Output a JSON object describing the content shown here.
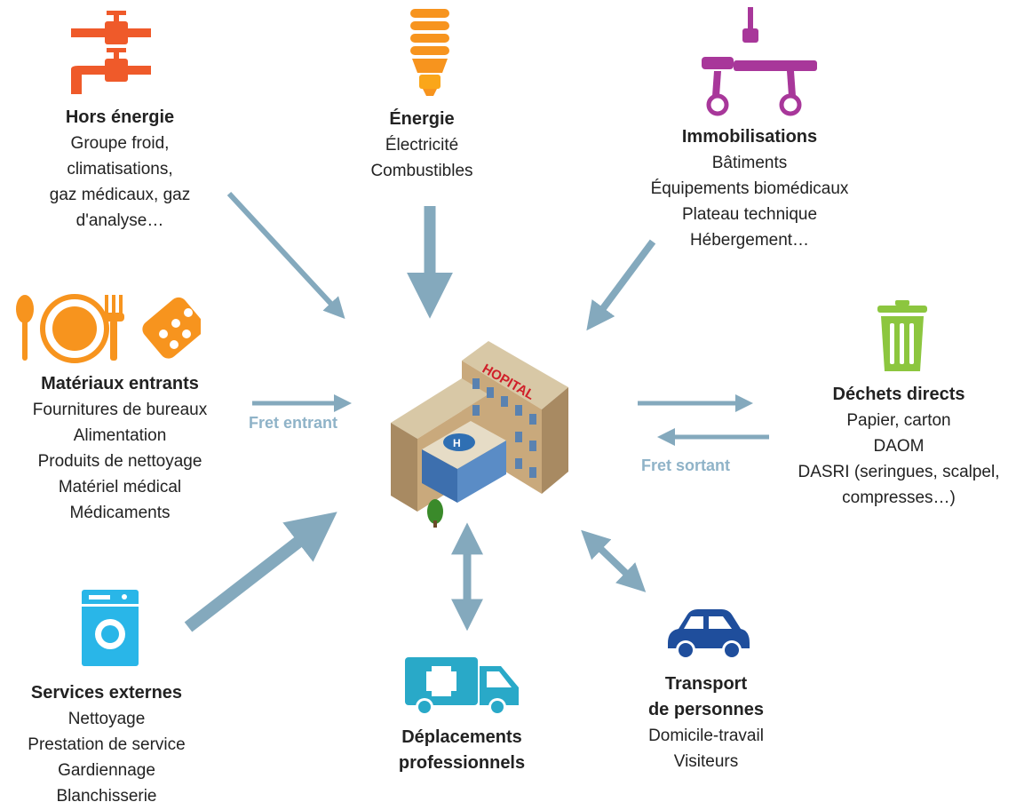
{
  "colors": {
    "arrow": "#84a9bd",
    "hors_energie": "#ef5a2a",
    "energie": "#f7941e",
    "immobilisations": "#a8379a",
    "materiaux": "#f7941e",
    "dechets": "#8cc63f",
    "services": "#29b6e8",
    "deplacements": "#29a9c8",
    "transport": "#1f4e9c",
    "fret_label": "#8fb3c8"
  },
  "hospital": {
    "sign": "HOPITAL"
  },
  "nodes": {
    "hors_energie": {
      "icon": "faucet-icon",
      "title": "Hors énergie",
      "lines": [
        "Groupe froid,",
        "climatisations,",
        "gaz médicaux, gaz",
        "d'analyse…"
      ]
    },
    "energie": {
      "icon": "light-bulb-icon",
      "title": "Énergie",
      "lines": [
        "Électricité",
        "Combustibles"
      ]
    },
    "immobilisations": {
      "icon": "hospital-bed-icon",
      "title": "Immobilisations",
      "lines": [
        "Bâtiments",
        "Équipements biomédicaux",
        "Plateau technique",
        "Hébergement…"
      ]
    },
    "materiaux": {
      "icon": "plate-and-pills-icon",
      "title": "Matériaux entrants",
      "lines": [
        "Fournitures de bureaux",
        "Alimentation",
        "Produits de nettoyage",
        "Matériel médical",
        "Médicaments"
      ]
    },
    "dechets": {
      "icon": "trash-bin-icon",
      "title": "Déchets directs",
      "lines": [
        "Papier, carton",
        "DAOM",
        "DASRI (seringues, scalpel,",
        "compresses…)"
      ]
    },
    "services": {
      "icon": "washing-machine-icon",
      "title": "Services externes",
      "lines": [
        "Nettoyage",
        "Prestation de service",
        "Gardiennage",
        "Blanchisserie"
      ]
    },
    "deplacements": {
      "icon": "ambulance-icon",
      "title_lines": [
        "Déplacements",
        "professionnels"
      ]
    },
    "transport": {
      "icon": "car-icon",
      "title_lines": [
        "Transport",
        "de personnes"
      ],
      "lines": [
        "Domicile-travail",
        "Visiteurs"
      ]
    }
  },
  "fret": {
    "entrant": "Fret entrant",
    "sortant": "Fret sortant"
  }
}
